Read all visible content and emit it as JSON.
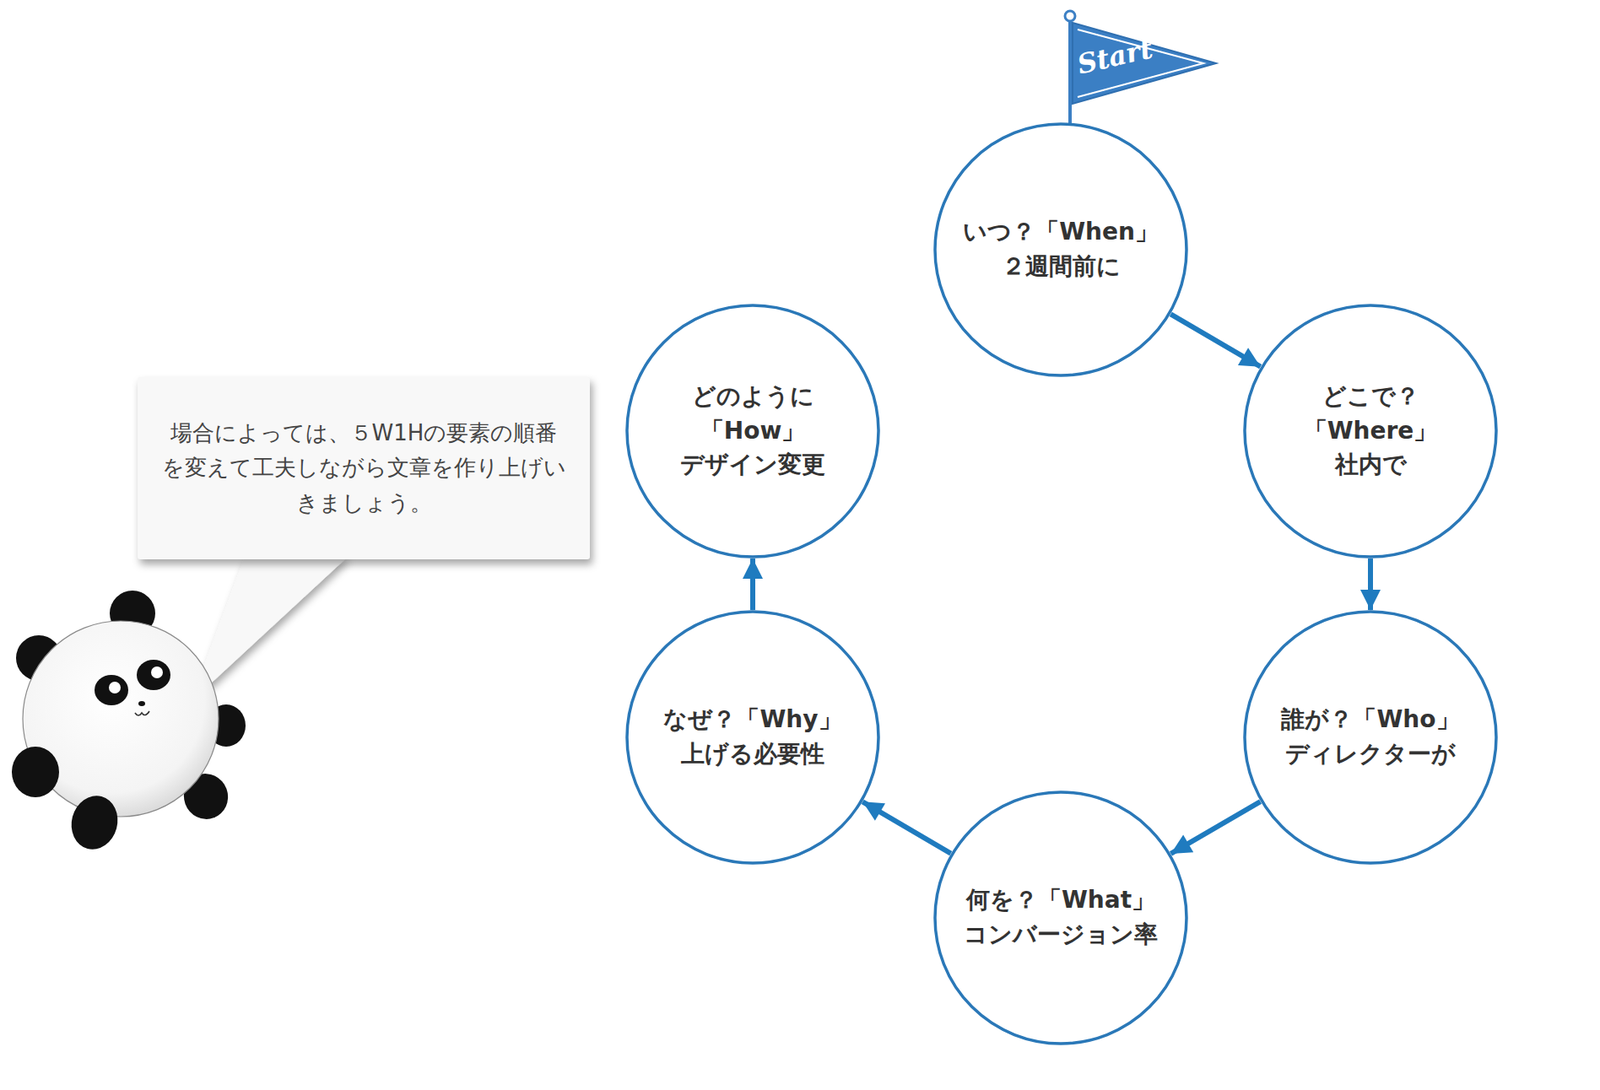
{
  "diagram": {
    "nodes": [
      {
        "text": [
          "いつ？「When」",
          "２週間前に"
        ]
      },
      {
        "text": [
          "どこで？「Where」",
          "社内で"
        ]
      },
      {
        "text": [
          "誰が？「Who」",
          "ディレクターが"
        ]
      },
      {
        "text": [
          "何を？「What」",
          "コンバージョン率"
        ]
      },
      {
        "text": [
          "なぜ？「Why」",
          "上げる必要性"
        ]
      },
      {
        "text": [
          "どのように 「How」",
          "デザイン変更"
        ]
      },
      {
        "text": [
          "場合によっては、５W1Hの要素の順番を変えて工夫しながら文章を作り上げいきましょう。"
        ]
      }
    ],
    "edges": [
      {
        "from": 0,
        "to": 1,
        "arrow": "to"
      },
      {
        "from": 1,
        "to": 2,
        "arrow": "to"
      },
      {
        "from": 2,
        "to": 3,
        "arrow": "to"
      },
      {
        "from": 3,
        "to": 4,
        "arrow": "to"
      },
      {
        "from": 4,
        "to": 5,
        "arrow": "to"
      }
    ],
    "labels": [
      "Start"
    ]
  }
}
